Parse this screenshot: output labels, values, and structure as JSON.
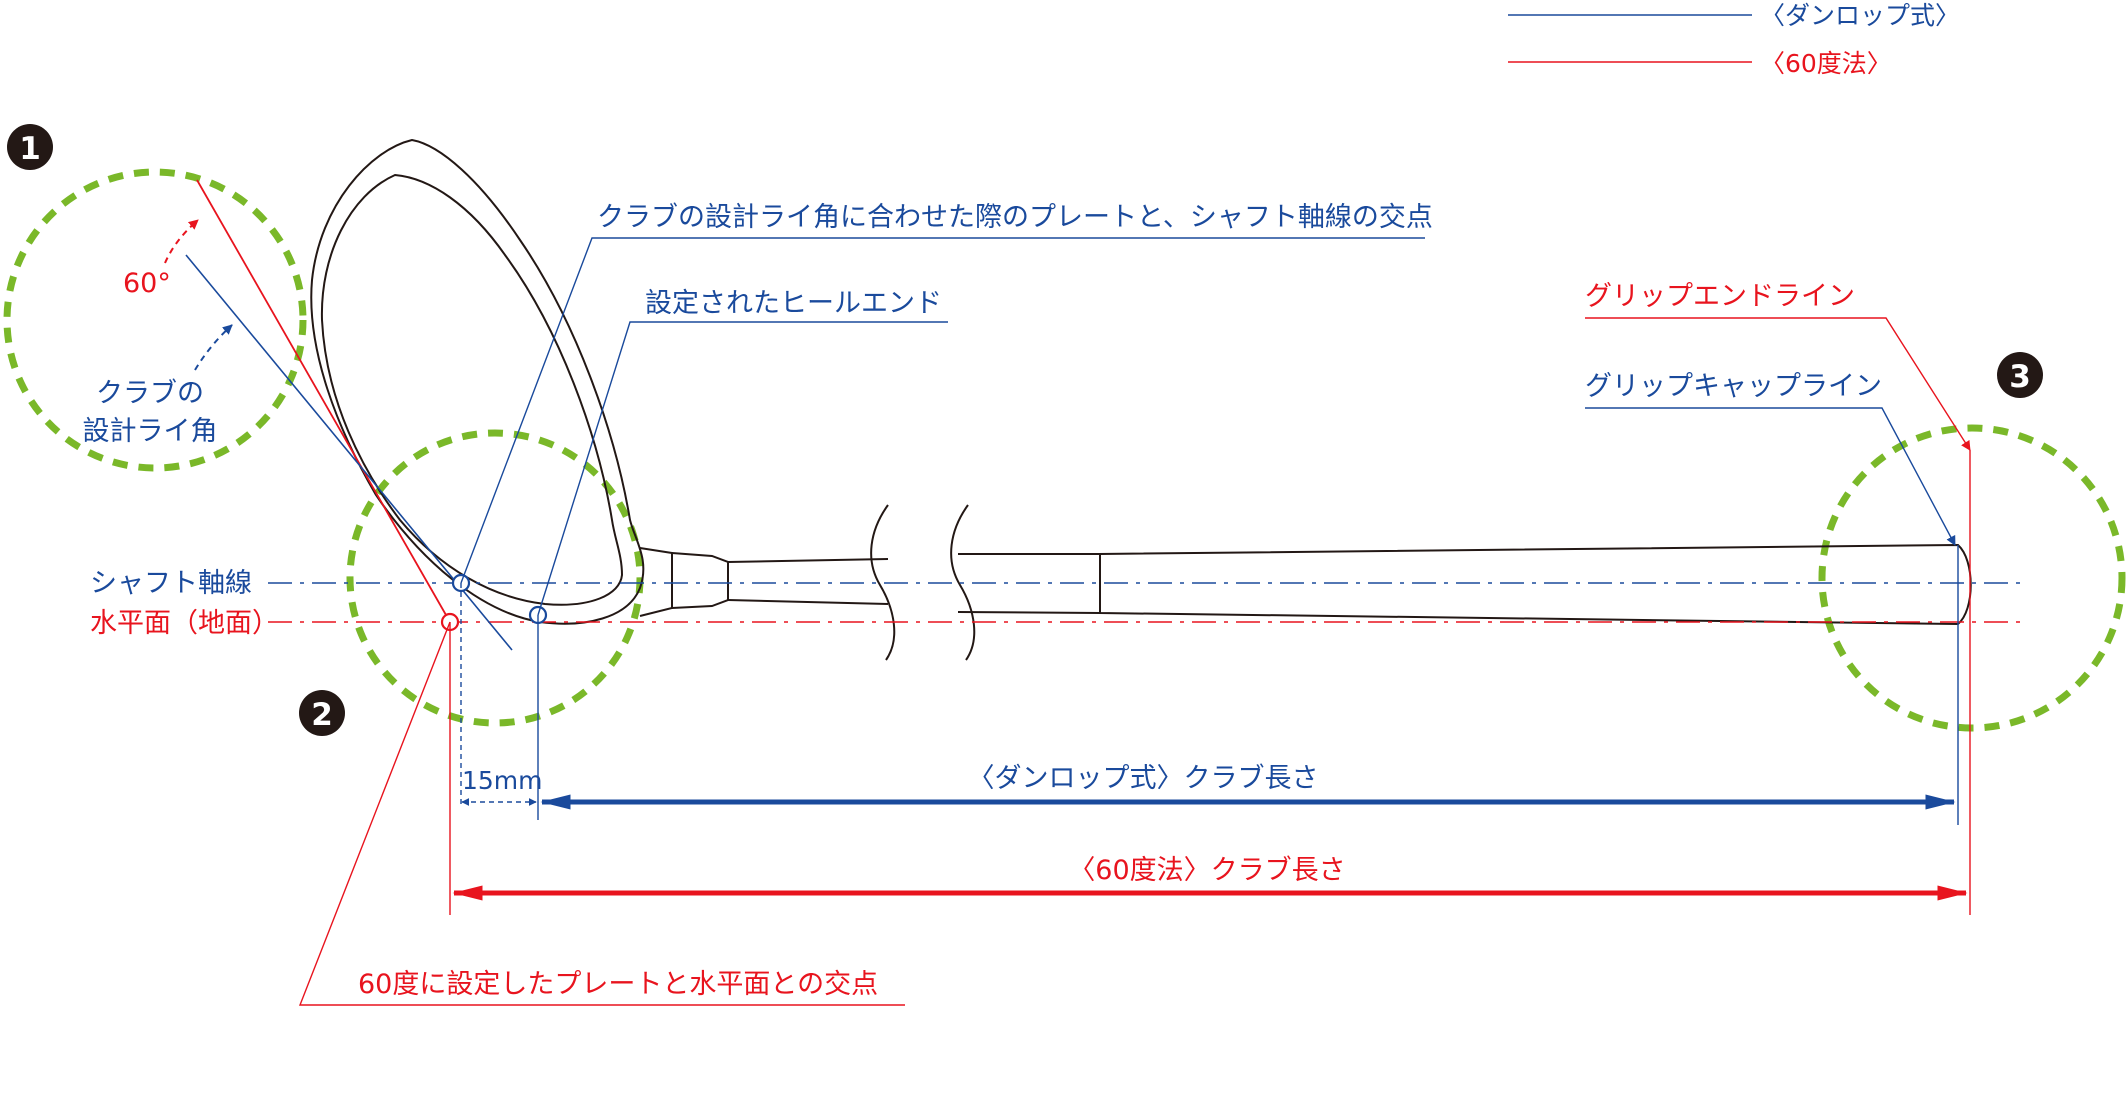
{
  "colors": {
    "blue": "#1a4a9c",
    "red": "#e8141e",
    "green": "#7ab829",
    "black": "#231815"
  },
  "legend": {
    "dunlop": "〈ダンロップ式〉",
    "degree60": "〈60度法〉"
  },
  "markers": {
    "m1": "1",
    "m2": "2",
    "m3": "3"
  },
  "angles": {
    "deg60": "60°",
    "design_lie_line1": "クラブの",
    "design_lie_line2": "設計ライ角"
  },
  "callouts": {
    "plate_shaft_intersection": "クラブの設計ライ角に合わせた際のプレートと、シャフト軸線の交点",
    "set_heel_end": "設定されたヒールエンド",
    "grip_end_line": "グリップエンドライン",
    "grip_cap_line": "グリップキャップライン",
    "plate_horizontal_intersection": "60度に設定したプレートと水平面との交点"
  },
  "axes": {
    "shaft_axis": "シャフト軸線",
    "horizontal_plane": "水平面（地面）"
  },
  "dimensions": {
    "offset": "15mm",
    "dunlop_length": "〈ダンロップ式〉クラブ長さ",
    "degree60_length": "〈60度法〉クラブ長さ"
  }
}
